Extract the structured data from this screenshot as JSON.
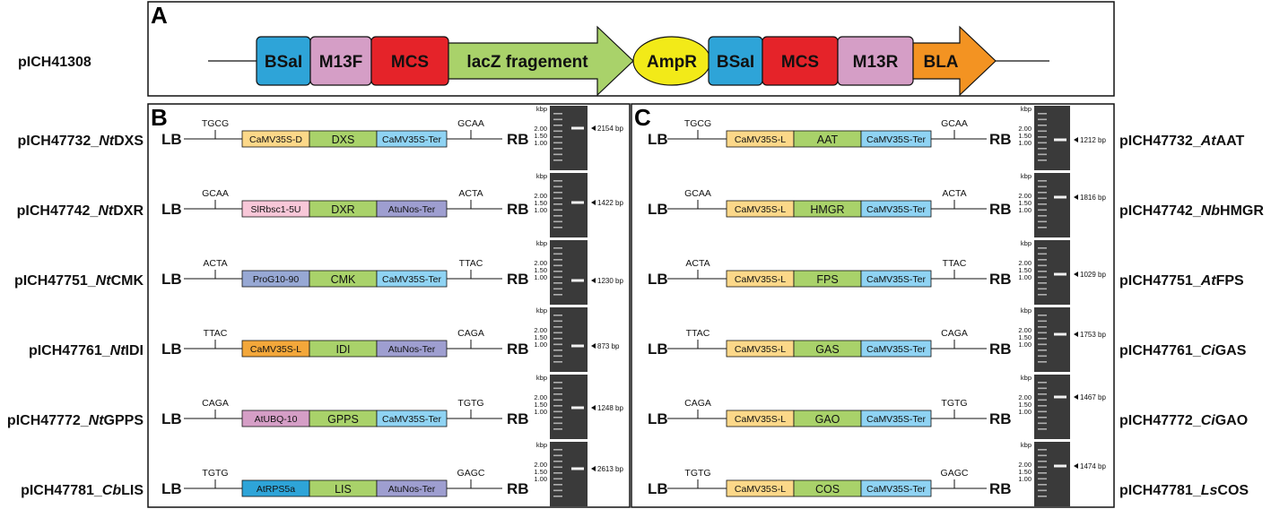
{
  "panel_a": {
    "letter": "A",
    "plasmid": "pICH41308",
    "elements": [
      {
        "label": "BSaI",
        "color": "#2ea4d8",
        "shape": "box"
      },
      {
        "label": "M13F",
        "color": "#d59ec6",
        "shape": "box"
      },
      {
        "label": "MCS",
        "color": "#e52329",
        "shape": "box"
      },
      {
        "label": "lacZ fragement",
        "color": "#a9d26a",
        "shape": "arrow"
      },
      {
        "label": "AmpR",
        "color": "#f2ea18",
        "shape": "ellipse"
      },
      {
        "label": "BSaI",
        "color": "#2ea4d8",
        "shape": "box"
      },
      {
        "label": "MCS",
        "color": "#e52329",
        "shape": "box"
      },
      {
        "label": "M13R",
        "color": "#d59ec6",
        "shape": "box"
      },
      {
        "label": "BLA",
        "color": "#f39322",
        "shape": "arrow"
      }
    ]
  },
  "panel_b": {
    "letter": "B",
    "rows": [
      {
        "name_prefix": "pICH47732_",
        "name_italic": "Nt",
        "name_suffix": "DXS",
        "site_left": "TGCG",
        "site_right": "GCAA",
        "promoter": "CaMV35S-D",
        "promoter_color": "#fcd889",
        "gene": "DXS",
        "terminator": "CaMV35S-Ter",
        "terminator_color": "#8fd3f3",
        "ladder": [
          "2.00",
          "1.50",
          "1.00"
        ],
        "band": "2154 bp"
      },
      {
        "name_prefix": "pICH47742_",
        "name_italic": "Nt",
        "name_suffix": "DXR",
        "site_left": "GCAA",
        "site_right": "ACTA",
        "promoter": "SlRbsc1-5U",
        "promoter_color": "#f8c7d8",
        "gene": "DXR",
        "terminator": "AtuNos-Ter",
        "terminator_color": "#9e9ed0",
        "ladder": [
          "2.00",
          "1.50",
          "1.00"
        ],
        "band": "1422 bp"
      },
      {
        "name_prefix": "pICH47751_",
        "name_italic": "Nt",
        "name_suffix": "CMK",
        "site_left": "ACTA",
        "site_right": "TTAC",
        "promoter": "ProG10-90",
        "promoter_color": "#97a8d4",
        "gene": "CMK",
        "terminator": "CaMV35S-Ter",
        "terminator_color": "#8fd3f3",
        "ladder": [
          "2.00",
          "1.50",
          "1.00"
        ],
        "band": "1230 bp"
      },
      {
        "name_prefix": "pICH47761_",
        "name_italic": "Nt",
        "name_suffix": "IDI",
        "site_left": "TTAC",
        "site_right": "CAGA",
        "promoter": "CaMV35S-L",
        "promoter_color": "#f3a73a",
        "gene": "IDI",
        "terminator": "AtuNos-Ter",
        "terminator_color": "#9e9ed0",
        "ladder": [
          "2.00",
          "1.50",
          "1.00"
        ],
        "band": "873 bp"
      },
      {
        "name_prefix": "pICH47772_",
        "name_italic": "Nt",
        "name_suffix": "GPPS",
        "site_left": "CAGA",
        "site_right": "TGTG",
        "promoter": "AtUBQ-10",
        "promoter_color": "#d59ec6",
        "gene": "GPPS",
        "terminator": "CaMV35S-Ter",
        "terminator_color": "#8fd3f3",
        "ladder": [
          "2.00",
          "1.50",
          "1.00"
        ],
        "band": "1248 bp"
      },
      {
        "name_prefix": "pICH47781_",
        "name_italic": "Cb",
        "name_suffix": "LIS",
        "site_left": "TGTG",
        "site_right": "GAGC",
        "promoter": "AtRPS5a",
        "promoter_color": "#2ea4d8",
        "gene": "LIS",
        "terminator": "AtuNos-Ter",
        "terminator_color": "#9e9ed0",
        "ladder": [
          "2.00",
          "1.50",
          "1.00"
        ],
        "band": "2613 bp"
      }
    ]
  },
  "panel_c": {
    "letter": "C",
    "rows": [
      {
        "name_prefix": "pICH47732_",
        "name_italic": "At",
        "name_suffix": "AAT",
        "site_left": "TGCG",
        "site_right": "GCAA",
        "promoter": "CaMV35S-L",
        "promoter_color": "#fcd889",
        "gene": "AAT",
        "terminator": "CaMV35S-Ter",
        "terminator_color": "#8fd3f3",
        "ladder": [
          "2.00",
          "1.50",
          "1.00"
        ],
        "band": "1212 bp"
      },
      {
        "name_prefix": "pICH47742_",
        "name_italic": "Nb",
        "name_suffix": "HMGR",
        "site_left": "GCAA",
        "site_right": "ACTA",
        "promoter": "CaMV35S-L",
        "promoter_color": "#fcd889",
        "gene": "HMGR",
        "terminator": "CaMV35S-Ter",
        "terminator_color": "#8fd3f3",
        "ladder": [
          "2.00",
          "1.50",
          "1.00"
        ],
        "band": "1816 bp"
      },
      {
        "name_prefix": "pICH47751_",
        "name_italic": "At",
        "name_suffix": "FPS",
        "site_left": "ACTA",
        "site_right": "TTAC",
        "promoter": "CaMV35S-L",
        "promoter_color": "#fcd889",
        "gene": "FPS",
        "terminator": "CaMV35S-Ter",
        "terminator_color": "#8fd3f3",
        "ladder": [
          "2.00",
          "1.50",
          "1.00"
        ],
        "band": "1029 bp"
      },
      {
        "name_prefix": "pICH47761_",
        "name_italic": "Ci",
        "name_suffix": "GAS",
        "site_left": "TTAC",
        "site_right": "CAGA",
        "promoter": "CaMV35S-L",
        "promoter_color": "#fcd889",
        "gene": "GAS",
        "terminator": "CaMV35S-Ter",
        "terminator_color": "#8fd3f3",
        "ladder": [
          "2.00",
          "1.50",
          "1.00"
        ],
        "band": "1753 bp"
      },
      {
        "name_prefix": "pICH47772_",
        "name_italic": "Ci",
        "name_suffix": "GAO",
        "site_left": "CAGA",
        "site_right": "TGTG",
        "promoter": "CaMV35S-L",
        "promoter_color": "#fcd889",
        "gene": "GAO",
        "terminator": "CaMV35S-Ter",
        "terminator_color": "#8fd3f3",
        "ladder": [
          "2.00",
          "1.50",
          "1.00"
        ],
        "band": "1467 bp"
      },
      {
        "name_prefix": "pICH47781_",
        "name_italic": "Ls",
        "name_suffix": "COS",
        "site_left": "TGTG",
        "site_right": "GAGC",
        "promoter": "CaMV35S-L",
        "promoter_color": "#fcd889",
        "gene": "COS",
        "terminator": "CaMV35S-Ter",
        "terminator_color": "#8fd3f3",
        "ladder": [
          "2.00",
          "1.50",
          "1.00"
        ],
        "band": "1474 bp"
      }
    ]
  },
  "labels": {
    "left_border": "LB",
    "right_border": "RB",
    "gel_unit": "kbp"
  },
  "colors": {
    "gene": "#a9d26a",
    "gel": "#3a3a3a"
  }
}
